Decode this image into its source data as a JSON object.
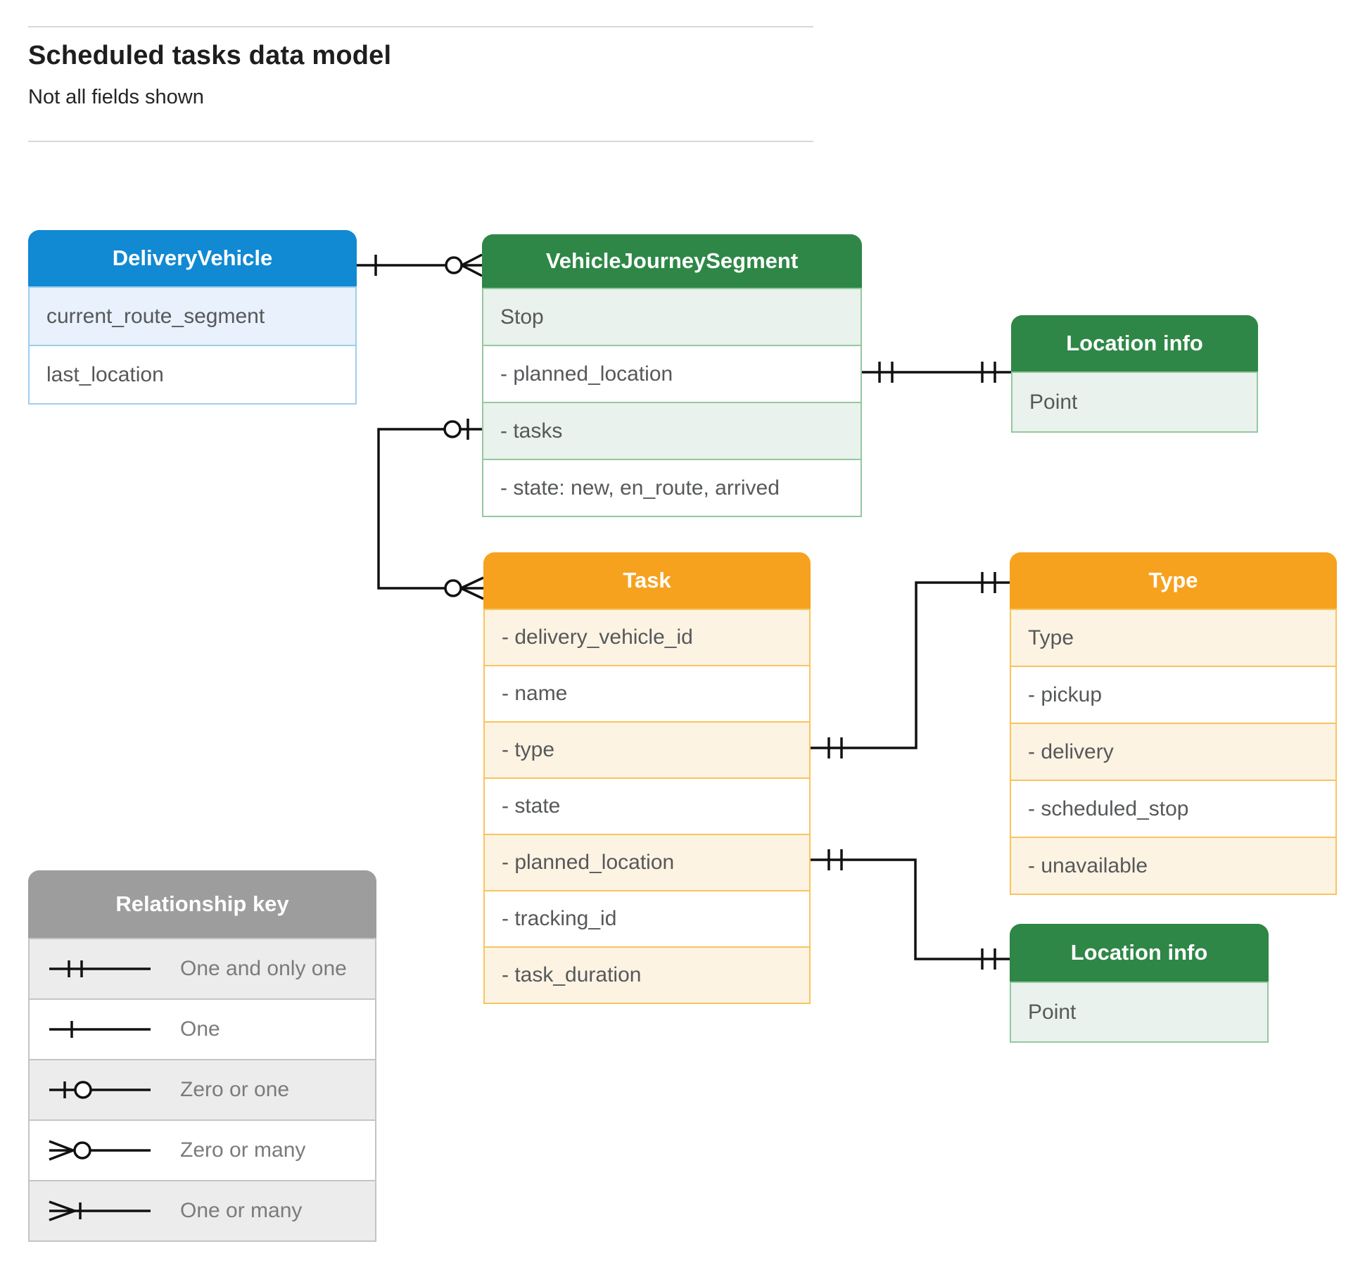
{
  "page": {
    "title": "Scheduled tasks data model",
    "subtitle": "Not all fields shown"
  },
  "colors": {
    "blue_header": "#1189d3",
    "green_header": "#2e8746",
    "orange_header": "#f6a21f",
    "gray_header": "#9d9d9d",
    "blue_tint": "#e8f1fc",
    "green_tint": "#e9f2ec",
    "orange_tint": "#fdf3e3",
    "gray_tint": "#ececec",
    "connector": "#111111"
  },
  "entities": {
    "delivery_vehicle": {
      "title": "DeliveryVehicle",
      "rows": [
        "current_route_segment",
        "last_location"
      ]
    },
    "vehicle_journey_segment": {
      "title": "VehicleJourneySegment",
      "rows": [
        "Stop",
        "- planned_location",
        "- tasks",
        "- state: new, en_route, arrived"
      ]
    },
    "location_info_top": {
      "title": "Location info",
      "rows": [
        "Point"
      ]
    },
    "task": {
      "title": "Task",
      "rows": [
        "- delivery_vehicle_id",
        "- name",
        "- type",
        "- state",
        "- planned_location",
        "- tracking_id",
        "- task_duration"
      ]
    },
    "type": {
      "title": "Type",
      "rows": [
        "Type",
        "- pickup",
        "- delivery",
        "- scheduled_stop",
        "- unavailable"
      ]
    },
    "location_info_bottom": {
      "title": "Location info",
      "rows": [
        "Point"
      ]
    }
  },
  "legend": {
    "title": "Relationship key",
    "items": [
      {
        "symbol": "one-and-only-one",
        "label": "One and only one"
      },
      {
        "symbol": "one",
        "label": "One"
      },
      {
        "symbol": "zero-or-one",
        "label": "Zero or one"
      },
      {
        "symbol": "zero-or-many",
        "label": "Zero or many"
      },
      {
        "symbol": "one-or-many",
        "label": "One or many"
      }
    ]
  },
  "relationships": [
    {
      "from": "DeliveryVehicle",
      "from_cardinality": "one",
      "to": "VehicleJourneySegment",
      "to_cardinality": "zero-or-many"
    },
    {
      "from": "VehicleJourneySegment.planned_location",
      "from_cardinality": "one-and-only-one",
      "to": "Location info (top)",
      "to_cardinality": "one-and-only-one"
    },
    {
      "from": "VehicleJourneySegment.tasks",
      "from_cardinality": "zero-or-one",
      "to": "Task",
      "to_cardinality": "zero-or-many"
    },
    {
      "from": "Task.type",
      "from_cardinality": "one-and-only-one",
      "to": "Type",
      "to_cardinality": "one-and-only-one"
    },
    {
      "from": "Task.planned_location",
      "from_cardinality": "one-and-only-one",
      "to": "Location info (bottom)",
      "to_cardinality": "one-and-only-one"
    }
  ]
}
